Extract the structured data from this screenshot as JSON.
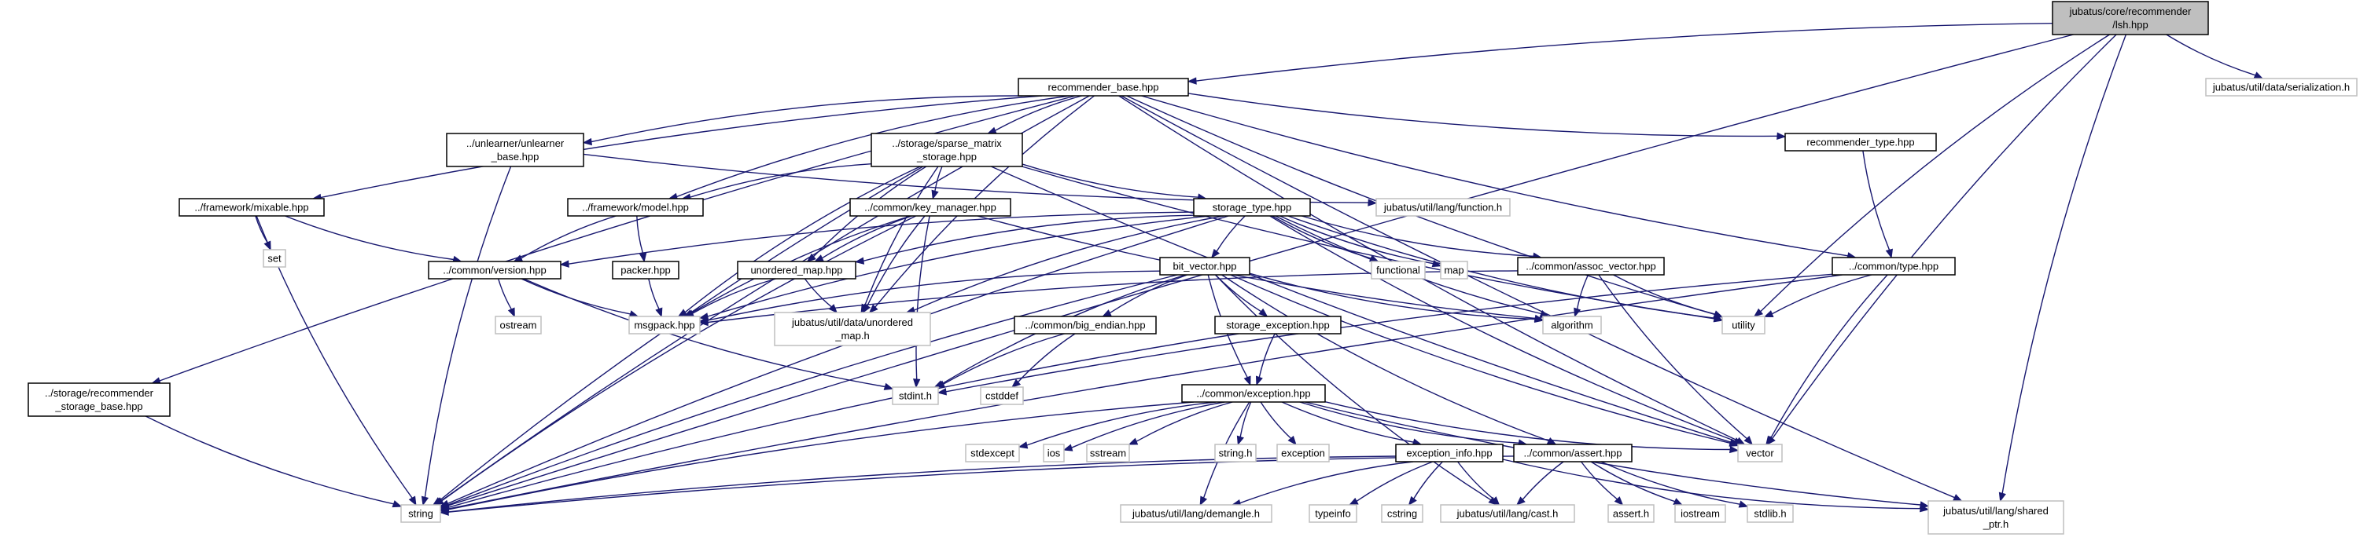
{
  "graph": {
    "nodes": [
      {
        "id": "lsh",
        "lines": [
          "jubatus/core/recommender",
          "/lsh.hpp"
        ],
        "kind": "root"
      },
      {
        "id": "rbase",
        "lines": [
          "recommender_base.hpp"
        ],
        "kind": "project"
      },
      {
        "id": "ser",
        "lines": [
          "jubatus/util/data/serialization.h"
        ],
        "kind": "external"
      },
      {
        "id": "unl",
        "lines": [
          "../unlearner/unlearner",
          "_base.hpp"
        ],
        "kind": "project"
      },
      {
        "id": "sparse",
        "lines": [
          "../storage/sparse_matrix",
          "_storage.hpp"
        ],
        "kind": "project"
      },
      {
        "id": "rtype",
        "lines": [
          "recommender_type.hpp"
        ],
        "kind": "project"
      },
      {
        "id": "mixable",
        "lines": [
          "../framework/mixable.hpp"
        ],
        "kind": "project"
      },
      {
        "id": "func",
        "lines": [
          "jubatus/util/lang/function.h"
        ],
        "kind": "external"
      },
      {
        "id": "model",
        "lines": [
          "../framework/model.hpp"
        ],
        "kind": "project"
      },
      {
        "id": "keymgr",
        "lines": [
          "../common/key_manager.hpp"
        ],
        "kind": "project"
      },
      {
        "id": "stype",
        "lines": [
          "storage_type.hpp"
        ],
        "kind": "project"
      },
      {
        "id": "set",
        "lines": [
          "set"
        ],
        "kind": "external"
      },
      {
        "id": "version",
        "lines": [
          "../common/version.hpp"
        ],
        "kind": "project"
      },
      {
        "id": "packer",
        "lines": [
          "packer.hpp"
        ],
        "kind": "project"
      },
      {
        "id": "umap",
        "lines": [
          "unordered_map.hpp"
        ],
        "kind": "project"
      },
      {
        "id": "bitvec",
        "lines": [
          "bit_vector.hpp"
        ],
        "kind": "project"
      },
      {
        "id": "functional",
        "lines": [
          "functional"
        ],
        "kind": "external"
      },
      {
        "id": "map",
        "lines": [
          "map"
        ],
        "kind": "external"
      },
      {
        "id": "assoc",
        "lines": [
          "../common/assoc_vector.hpp"
        ],
        "kind": "project"
      },
      {
        "id": "ctype",
        "lines": [
          "../common/type.hpp"
        ],
        "kind": "project"
      },
      {
        "id": "ostream",
        "lines": [
          "ostream"
        ],
        "kind": "external"
      },
      {
        "id": "msgpack",
        "lines": [
          "msgpack.hpp"
        ],
        "kind": "external"
      },
      {
        "id": "udata",
        "lines": [
          "jubatus/util/data/unordered",
          "_map.h"
        ],
        "kind": "external"
      },
      {
        "id": "bigend",
        "lines": [
          "../common/big_endian.hpp"
        ],
        "kind": "project"
      },
      {
        "id": "sexc",
        "lines": [
          "storage_exception.hpp"
        ],
        "kind": "project"
      },
      {
        "id": "algorithm",
        "lines": [
          "algorithm"
        ],
        "kind": "external"
      },
      {
        "id": "utility",
        "lines": [
          "utility"
        ],
        "kind": "external"
      },
      {
        "id": "rsb",
        "lines": [
          "../storage/recommender",
          "_storage_base.hpp"
        ],
        "kind": "project"
      },
      {
        "id": "stdint",
        "lines": [
          "stdint.h"
        ],
        "kind": "external"
      },
      {
        "id": "cstddef",
        "lines": [
          "cstddef"
        ],
        "kind": "external"
      },
      {
        "id": "exc",
        "lines": [
          "../common/exception.hpp"
        ],
        "kind": "project"
      },
      {
        "id": "stdexcept",
        "lines": [
          "stdexcept"
        ],
        "kind": "external"
      },
      {
        "id": "ios",
        "lines": [
          "ios"
        ],
        "kind": "external"
      },
      {
        "id": "sstream",
        "lines": [
          "sstream"
        ],
        "kind": "external"
      },
      {
        "id": "stringh",
        "lines": [
          "string.h"
        ],
        "kind": "external"
      },
      {
        "id": "exception",
        "lines": [
          "exception"
        ],
        "kind": "external"
      },
      {
        "id": "excinfo",
        "lines": [
          "exception_info.hpp"
        ],
        "kind": "project"
      },
      {
        "id": "cassert",
        "lines": [
          "../common/assert.hpp"
        ],
        "kind": "project"
      },
      {
        "id": "vector",
        "lines": [
          "vector"
        ],
        "kind": "external"
      },
      {
        "id": "string",
        "lines": [
          "string"
        ],
        "kind": "external"
      },
      {
        "id": "demangle",
        "lines": [
          "jubatus/util/lang/demangle.h"
        ],
        "kind": "external"
      },
      {
        "id": "typeinfo",
        "lines": [
          "typeinfo"
        ],
        "kind": "external"
      },
      {
        "id": "cstring",
        "lines": [
          "cstring"
        ],
        "kind": "external"
      },
      {
        "id": "cast",
        "lines": [
          "jubatus/util/lang/cast.h"
        ],
        "kind": "external"
      },
      {
        "id": "asserth",
        "lines": [
          "assert.h"
        ],
        "kind": "external"
      },
      {
        "id": "iostream",
        "lines": [
          "iostream"
        ],
        "kind": "external"
      },
      {
        "id": "stdlib",
        "lines": [
          "stdlib.h"
        ],
        "kind": "external"
      },
      {
        "id": "shptr",
        "lines": [
          "jubatus/util/lang/shared",
          "_ptr.h"
        ],
        "kind": "external"
      }
    ],
    "edges": [
      [
        "lsh",
        "rbase"
      ],
      [
        "lsh",
        "ser"
      ],
      [
        "lsh",
        "string"
      ],
      [
        "lsh",
        "utility"
      ],
      [
        "lsh",
        "vector"
      ],
      [
        "lsh",
        "shptr"
      ],
      [
        "rbase",
        "unl"
      ],
      [
        "rbase",
        "sparse"
      ],
      [
        "rbase",
        "rtype"
      ],
      [
        "rbase",
        "mixable"
      ],
      [
        "rbase",
        "model"
      ],
      [
        "rbase",
        "rsb"
      ],
      [
        "rbase",
        "string"
      ],
      [
        "rbase",
        "vector"
      ],
      [
        "rbase",
        "utility"
      ],
      [
        "rbase",
        "udata"
      ],
      [
        "rbase",
        "ctype"
      ],
      [
        "rbase",
        "shptr"
      ],
      [
        "unl",
        "func"
      ],
      [
        "unl",
        "string"
      ],
      [
        "sparse",
        "model"
      ],
      [
        "sparse",
        "keymgr"
      ],
      [
        "sparse",
        "stype"
      ],
      [
        "sparse",
        "umap"
      ],
      [
        "sparse",
        "msgpack"
      ],
      [
        "sparse",
        "udata"
      ],
      [
        "sparse",
        "string"
      ],
      [
        "sparse",
        "utility"
      ],
      [
        "sparse",
        "vector"
      ],
      [
        "rtype",
        "ctype"
      ],
      [
        "mixable",
        "set"
      ],
      [
        "mixable",
        "version"
      ],
      [
        "mixable",
        "string"
      ],
      [
        "model",
        "version"
      ],
      [
        "model",
        "packer"
      ],
      [
        "keymgr",
        "umap"
      ],
      [
        "keymgr",
        "msgpack"
      ],
      [
        "keymgr",
        "udata"
      ],
      [
        "keymgr",
        "stdint"
      ],
      [
        "keymgr",
        "string"
      ],
      [
        "keymgr",
        "algorithm"
      ],
      [
        "stype",
        "bitvec"
      ],
      [
        "stype",
        "functional"
      ],
      [
        "stype",
        "map"
      ],
      [
        "stype",
        "assoc"
      ],
      [
        "stype",
        "umap"
      ],
      [
        "stype",
        "msgpack"
      ],
      [
        "stype",
        "string"
      ],
      [
        "stype",
        "version"
      ],
      [
        "stype",
        "algorithm"
      ],
      [
        "stype",
        "utility"
      ],
      [
        "stype",
        "vector"
      ],
      [
        "stype",
        "udata"
      ],
      [
        "version",
        "ostream"
      ],
      [
        "version",
        "msgpack"
      ],
      [
        "version",
        "stdint"
      ],
      [
        "packer",
        "msgpack"
      ],
      [
        "umap",
        "msgpack"
      ],
      [
        "umap",
        "udata"
      ],
      [
        "bitvec",
        "bigend"
      ],
      [
        "bitvec",
        "sexc"
      ],
      [
        "bitvec",
        "exc"
      ],
      [
        "bitvec",
        "cassert"
      ],
      [
        "bitvec",
        "msgpack"
      ],
      [
        "bitvec",
        "stdint"
      ],
      [
        "bitvec",
        "string"
      ],
      [
        "bitvec",
        "algorithm"
      ],
      [
        "bitvec",
        "vector"
      ],
      [
        "bitvec",
        "cast"
      ],
      [
        "assoc",
        "algorithm"
      ],
      [
        "assoc",
        "utility"
      ],
      [
        "assoc",
        "vector"
      ],
      [
        "assoc",
        "msgpack"
      ],
      [
        "ctype",
        "utility"
      ],
      [
        "ctype",
        "vector"
      ],
      [
        "ctype",
        "string"
      ],
      [
        "ctype",
        "stdint"
      ],
      [
        "bigend",
        "stdint"
      ],
      [
        "bigend",
        "cstddef"
      ],
      [
        "sexc",
        "exc"
      ],
      [
        "sexc",
        "string"
      ],
      [
        "rsb",
        "string"
      ],
      [
        "exc",
        "stdexcept"
      ],
      [
        "exc",
        "ios"
      ],
      [
        "exc",
        "sstream"
      ],
      [
        "exc",
        "stringh"
      ],
      [
        "exc",
        "exception"
      ],
      [
        "exc",
        "excinfo"
      ],
      [
        "exc",
        "cassert"
      ],
      [
        "exc",
        "vector"
      ],
      [
        "exc",
        "string"
      ],
      [
        "exc",
        "demangle"
      ],
      [
        "exc",
        "shptr"
      ],
      [
        "excinfo",
        "typeinfo"
      ],
      [
        "excinfo",
        "cstring"
      ],
      [
        "excinfo",
        "cast"
      ],
      [
        "excinfo",
        "string"
      ],
      [
        "excinfo",
        "demangle"
      ],
      [
        "excinfo",
        "shptr"
      ],
      [
        "cassert",
        "asserth"
      ],
      [
        "cassert",
        "iostream"
      ],
      [
        "cassert",
        "stdlib"
      ],
      [
        "cassert",
        "cast"
      ],
      [
        "cassert",
        "string"
      ]
    ]
  }
}
